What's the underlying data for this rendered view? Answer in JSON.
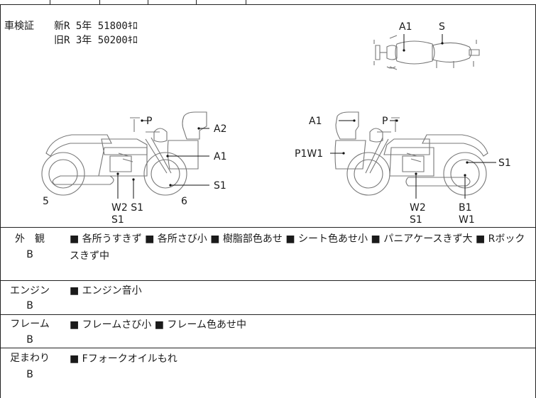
{
  "inspection": {
    "label": "車検証",
    "new_line": "新R 5年 51800ｷﾛ",
    "old_line": "旧R 3年 50200ｷﾛ"
  },
  "diagram": {
    "top_view": {
      "a1": "A1",
      "s": "S"
    },
    "left_view": {
      "p": "P",
      "a2": "A2",
      "a1": "A1",
      "s1_right": "S1",
      "num5": "5",
      "num6": "6",
      "w2s1": "W2 S1",
      "s1_bottom": "S1"
    },
    "right_view": {
      "a1": "A1",
      "p": "P",
      "p1w1": "P1W1",
      "s1_right": "S1",
      "w2": "W2",
      "s1_bottom": "S1",
      "b1": "B1",
      "w1": "W1"
    }
  },
  "rows": [
    {
      "label": "外　観",
      "grade": "B",
      "line1": "■ 各所うすきず ■ 各所さび小 ■ 樹脂部色あせ ■ シート色あせ小 ■ パニアケースきず大 ■ Rボック",
      "line2": "スきず中"
    },
    {
      "label": "エンジン",
      "grade": "B",
      "line1": "■ エンジン音小",
      "line2": ""
    },
    {
      "label": "フレーム",
      "grade": "B",
      "line1": "■ フレームさび小 ■ フレーム色あせ中",
      "line2": ""
    },
    {
      "label": "足まわり",
      "grade": "B",
      "line1": "■ Fフォークオイルもれ",
      "line2": ""
    }
  ]
}
